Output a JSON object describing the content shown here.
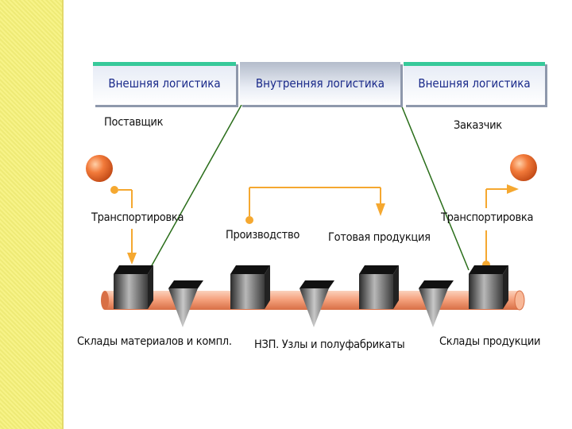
{
  "headers": {
    "external_left": "Внешняя логистика",
    "internal": "Внутренняя логистика",
    "external_right": "Внешняя логистика"
  },
  "labels": {
    "supplier": "Поставщик",
    "customer": "Заказчик",
    "transport_left": "Транспортировка",
    "transport_right": "Транспортировка",
    "production": "Производство",
    "finished_goods": "Готовая продукция",
    "materials_warehouse": "Склады материалов и компл.",
    "wip": "НЗП. Узлы и полуфабрикаты",
    "product_warehouse": "Склады продукции"
  },
  "colors": {
    "pipe": "#f5a27e",
    "flow_line": "#f5a830",
    "node": "#f27a3a",
    "connector": "#2a6e1a",
    "header_text": "#1a2a8a",
    "left_band": "#f6f27a"
  }
}
